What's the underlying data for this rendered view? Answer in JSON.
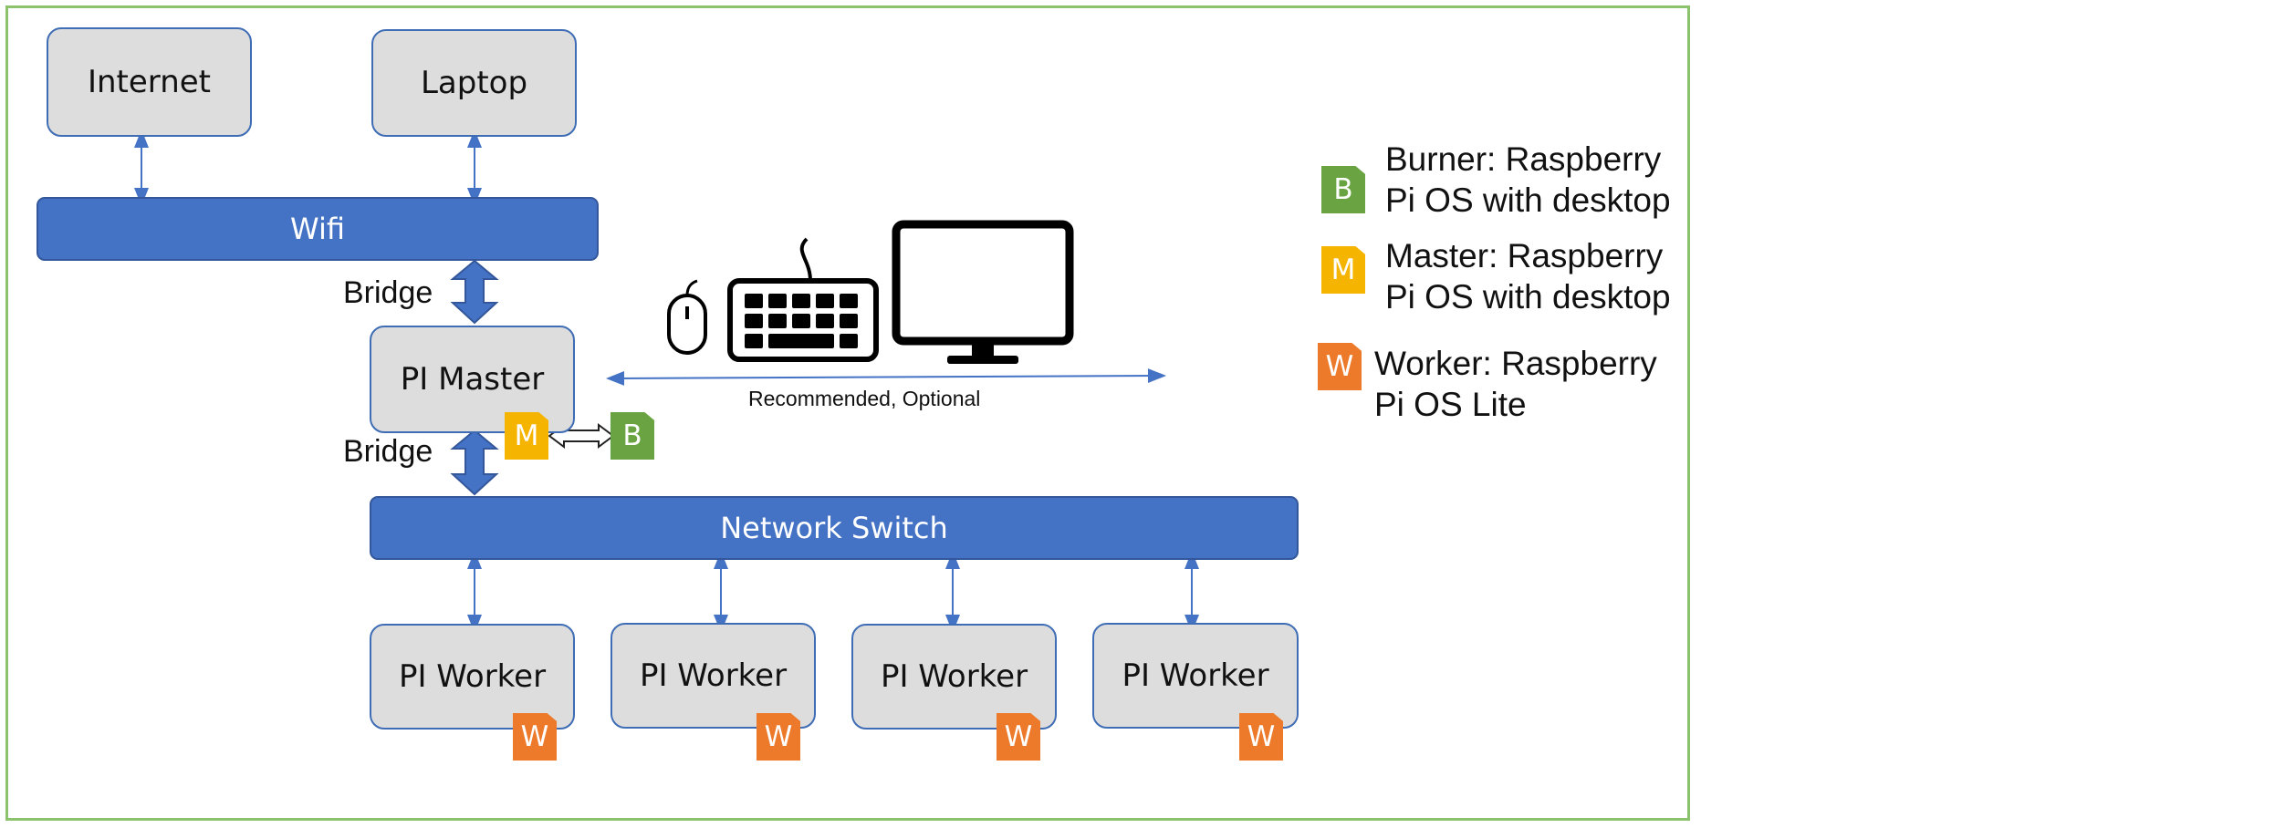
{
  "nodes": {
    "internet": "Internet",
    "laptop": "Laptop",
    "wifi": "Wifi",
    "pi_master": "PI Master",
    "network_switch": "Network Switch",
    "workers": [
      "PI Worker",
      "PI Worker",
      "PI Worker",
      "PI Worker"
    ]
  },
  "edges": {
    "bridge_top": "Bridge",
    "bridge_bottom": "Bridge",
    "peripherals": "Recommended, Optional"
  },
  "badges": {
    "burner": "B",
    "master": "M",
    "worker": "W"
  },
  "legend": [
    {
      "badge": "B",
      "line1": "Burner: Raspberry",
      "line2": "Pi OS with desktop",
      "color": "#6aa442"
    },
    {
      "badge": "M",
      "line1": "Master: Raspberry",
      "line2": "Pi OS with desktop",
      "color": "#f5b400"
    },
    {
      "badge": "W",
      "line1": "Worker: Raspberry",
      "line2": "Pi OS Lite",
      "color": "#ec7a2a"
    }
  ],
  "icons": [
    "mouse-icon",
    "keyboard-icon",
    "monitor-icon"
  ],
  "colors": {
    "box_fill": "#dddddd",
    "box_border": "#3f6db5",
    "bar_fill": "#4472c4",
    "frame_border": "#8cc26b"
  }
}
